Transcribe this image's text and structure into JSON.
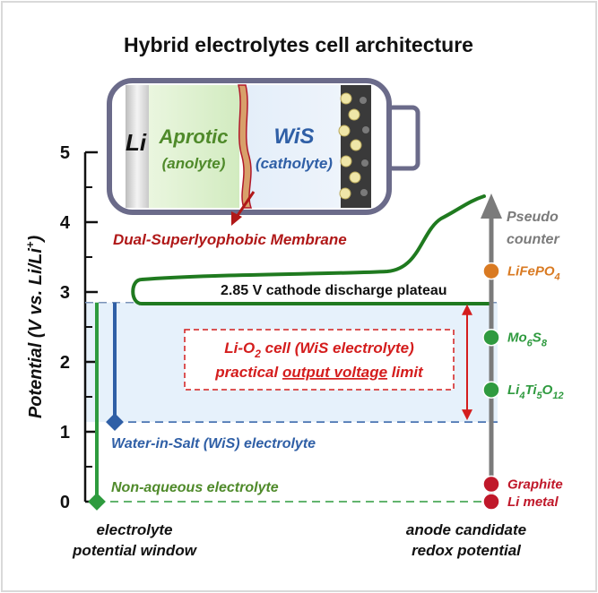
{
  "title": "Hybrid electrolytes cell architecture",
  "colors": {
    "plateau_green": "#1f7a1f",
    "wis_blue": "#2f5fa6",
    "aprotic_green": "#4f8a2a",
    "non_aqueous_green": "#2e9b3e",
    "limit_red": "#d41d1d",
    "membrane_red": "#b01818",
    "lifepo4_orange": "#d97a22",
    "mo6s8_green": "#2f9a3f",
    "li4ti5o12_green": "#2f9a3f",
    "graphite_red": "#c0182a",
    "li_metal_red": "#c0182a",
    "pseudo_gray": "#7b7b7b",
    "shade_blue": "#e6f1fb"
  },
  "cell": {
    "li": "Li",
    "aprotic": "Aprotic",
    "anolyte": "(anolyte)",
    "wis": "WiS",
    "catholyte": "(catholyte)",
    "membrane": "Dual-Superlyophobic Membrane"
  },
  "axis": {
    "ylabel_main": "Potential (V vs. Li/Li",
    "ylabel_sup": "+",
    "ylabel_close": ")",
    "ticks": [
      "0",
      "1",
      "2",
      "3",
      "4",
      "5"
    ]
  },
  "plateau": {
    "value": 2.85,
    "label": "2.85 V cathode discharge plateau"
  },
  "limit_box": {
    "line1_pre": "Li-O",
    "line1_sub": "2",
    "line1_post": " cell (WiS electrolyte)",
    "line2_pre": "practical ",
    "line2_underlined": "output voltage",
    "line2_post": " limit"
  },
  "windows": {
    "wis": {
      "label": "Water-in-Salt (WiS) electrolyte",
      "lower_limit": 1.14
    },
    "non_aqueous": {
      "label": "Non-aqueous electrolyte",
      "lower_limit": 0.0
    }
  },
  "right_axis": {
    "pseudo": "Pseudo",
    "counter": "counter"
  },
  "anodes": [
    {
      "key": "lifepo4",
      "main": "LiFePO",
      "sub": "4",
      "potential": 3.3
    },
    {
      "key": "mo6s8",
      "main": "Mo",
      "sub": "6",
      "main2": "S",
      "sub2": "8",
      "potential": 2.35
    },
    {
      "key": "li4ti5o12",
      "main": "Li",
      "sub": "4",
      "main2": "Ti",
      "sub2": "5",
      "main3": "O",
      "sub3": "12",
      "potential": 1.6
    },
    {
      "key": "graphite",
      "main": "Graphite",
      "potential": 0.25
    },
    {
      "key": "li_metal",
      "main": "Li metal",
      "potential": 0.0
    }
  ],
  "bottom_labels": {
    "left_line1": "electrolyte",
    "left_line2": "potential window",
    "right_line1": "anode candidate",
    "right_line2": "redox potential"
  }
}
